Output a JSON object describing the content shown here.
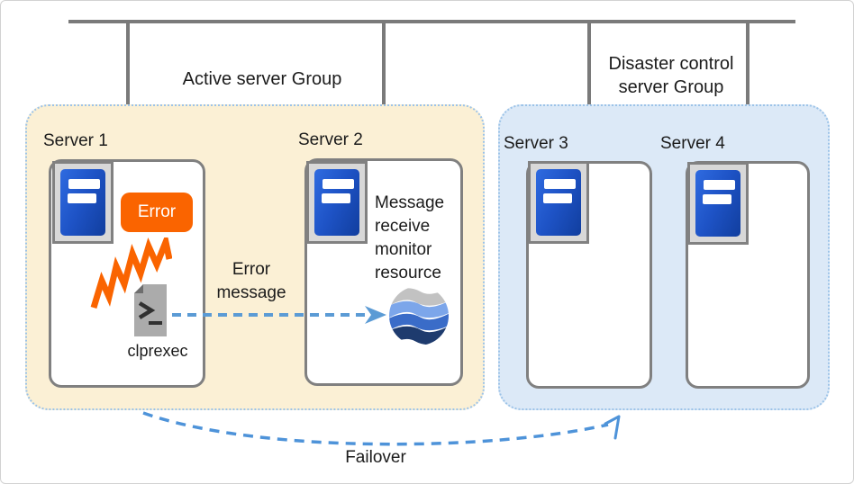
{
  "groups": [
    {
      "label": "Active server Group",
      "fill": "#fbf0d5",
      "servers": [
        {
          "name": "Server 1"
        },
        {
          "name": "Server 2"
        }
      ]
    },
    {
      "label": "Disaster control server Group",
      "fill": "#dce9f7",
      "servers": [
        {
          "name": "Server 3"
        },
        {
          "name": "Server 4"
        }
      ]
    }
  ],
  "server1": {
    "error_badge": "Error",
    "script_label": "clprexec"
  },
  "server2": {
    "resource_label": "Message receive monitor resource"
  },
  "arrows": {
    "error_message": {
      "label": "Error message",
      "color": "#5b9bd5"
    },
    "failover": {
      "label": "Failover",
      "color": "#4e93d9"
    }
  },
  "colors": {
    "group_border_dotted": "#9cc3e8",
    "network_line_gray": "#7a7a7a",
    "box_border_gray": "#808080",
    "error_orange": "#fa6400",
    "server_tower_blue": "#1e53c6",
    "globe_bands": [
      "#c2c2c2",
      "#7ca6ea",
      "#3a6cc8",
      "#1e3b6e"
    ]
  },
  "icons": {
    "server": "server-tower-icon",
    "error_spark": "lightning-icon",
    "script": "terminal-script-icon",
    "monitor_resource": "wave-globe-icon"
  }
}
